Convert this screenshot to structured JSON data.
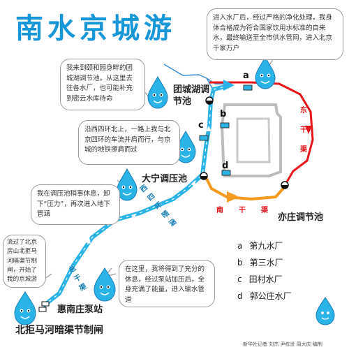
{
  "title": "南水京城游",
  "bubbles": {
    "b1": "进入水厂后，经过严格的净化处理，我身体合格成为符合国家饮用水标准的自来水，最终输送至全市供水管网，进入北京千家万户",
    "b2": "我来到颐和园身畔的团城湖调节池，从这里去往各水厂，也可能补充到密云水库待命",
    "b3": "沿西四环北上，一路上我与北京四环的车流并肩而行，与京城的地铁擦肩而过",
    "b4": "我在调压池稍事休息，卸下“压力”，再次进入地下管涵",
    "b5": "流过了北京房山北拒马河暗渠节制闸，开始了我的京城游",
    "b6": "在这里，我将得到了充分的休息，经过泵站加压后，全身充满了能量，进入输水管道"
  },
  "stations": {
    "tuanchenghu": "团城湖调节池",
    "daning": "大宁调压池",
    "yizhuang": "亦庄调节池",
    "huinanzhuang": "惠南庄泵站",
    "beijuma": "北拒马河暗渠节制闸"
  },
  "route_labels": {
    "east": "东干渠",
    "south": "南干渠",
    "west4": "西四环暗涵",
    "main": "总干渠"
  },
  "plant_markers": [
    "a",
    "b",
    "c",
    "d"
  ],
  "legend": [
    {
      "key": "a",
      "label": "第九水厂"
    },
    {
      "key": "b",
      "label": "第三水厂"
    },
    {
      "key": "c",
      "label": "田村水厂"
    },
    {
      "key": "d",
      "label": "郭公庄水厂"
    }
  ],
  "credit": "新华社记者 刘杰 尹栋逊 周大庆 编制",
  "colors": {
    "title": "#1796d8",
    "cyan_route": "#2ab3e6",
    "red_route": "#e8141a",
    "orange_route": "#f39a1e",
    "blue_flow": "#3b78c7"
  },
  "icons": [
    "water-drop-mascot",
    "station-circle"
  ]
}
